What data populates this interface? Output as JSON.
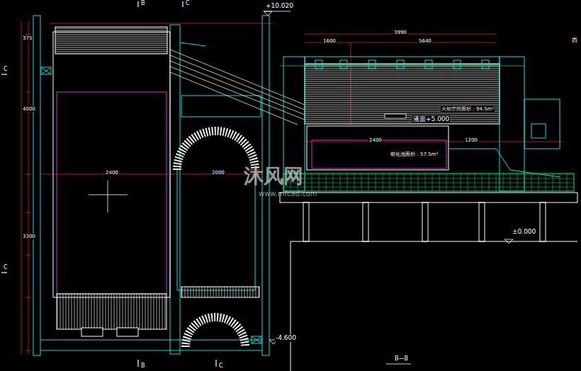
{
  "diagram": {
    "labels": [
      "+10.020",
      "±0.000",
      "-4.600",
      "液面+5.000",
      "火焰空间面积：94.5m²",
      "熔化池面积：57.5m²",
      "沐风网",
      "www.mfcad.com",
      "B—B",
      "西",
      "B",
      "C",
      "B",
      "C",
      "C",
      "C",
      "3990",
      "1600",
      "5640",
      "2400",
      "2000",
      "375",
      "4000",
      "3300",
      "2400",
      "1200"
    ]
  }
}
